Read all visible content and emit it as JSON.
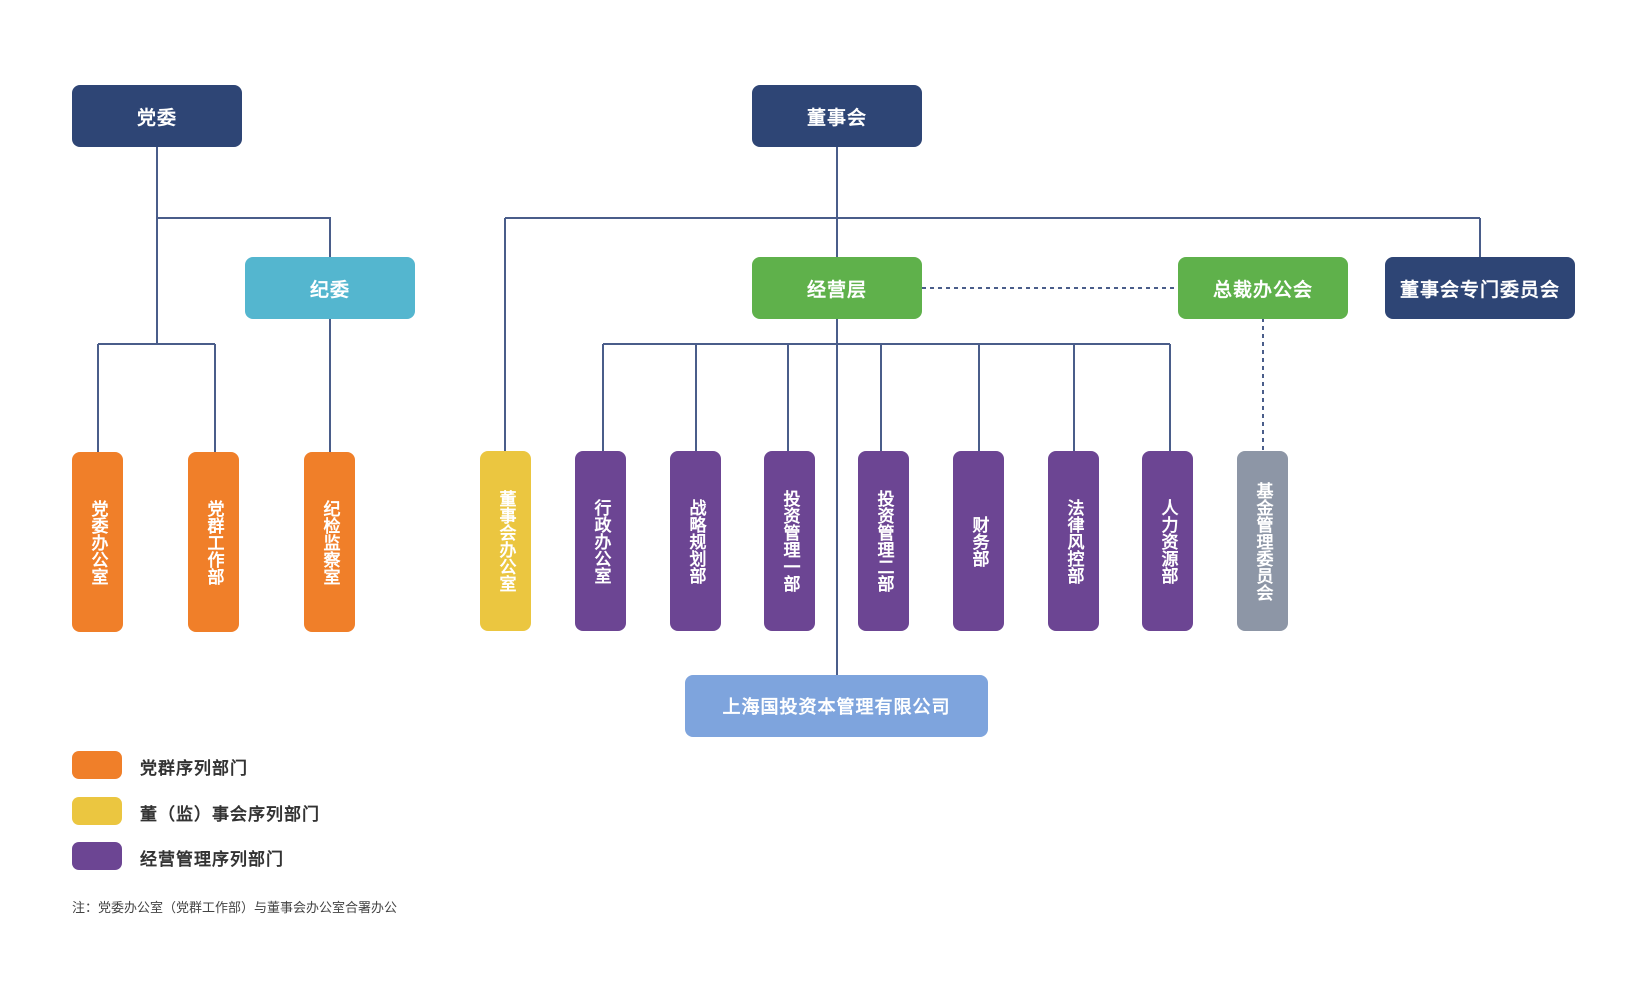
{
  "colors": {
    "navy": "#2e4575",
    "cyan": "#54b6cf",
    "green": "#5fb14b",
    "orange": "#f07f29",
    "yellow": "#ebc640",
    "purple": "#6c4593",
    "gray": "#8d96a6",
    "lightblue": "#7ea4dd",
    "connector": "#4a5d8a"
  },
  "nodes": {
    "party_committee": "党委",
    "discipline_committee": "纪委",
    "board": "董事会",
    "management": "经营层",
    "president_office_meeting": "总裁办公会",
    "board_special_committees": "董事会专门委员会",
    "party_office": "党委办公室",
    "party_mass_work": "党群工作部",
    "discipline_inspection": "纪检监察室",
    "board_office": "董事会办公室",
    "admin_office": "行政办公室",
    "strategic_planning": "战略规划部",
    "investment_mgmt_1": "投资管理一部",
    "investment_mgmt_2": "投资管理二部",
    "finance": "财务部",
    "legal_risk": "法律风控部",
    "human_resources": "人力资源部",
    "fund_mgmt_committee": "基金管理委员会",
    "capital_company": "上海国投资本管理有限公司"
  },
  "legend": [
    {
      "label": "党群序列部门",
      "color": "#f07f29"
    },
    {
      "label": "董（监）事会序列部门",
      "color": "#ebc640"
    },
    {
      "label": "经营管理序列部门",
      "color": "#6c4593"
    }
  ],
  "note": "注：党委办公室（党群工作部）与董事会办公室合署办公"
}
